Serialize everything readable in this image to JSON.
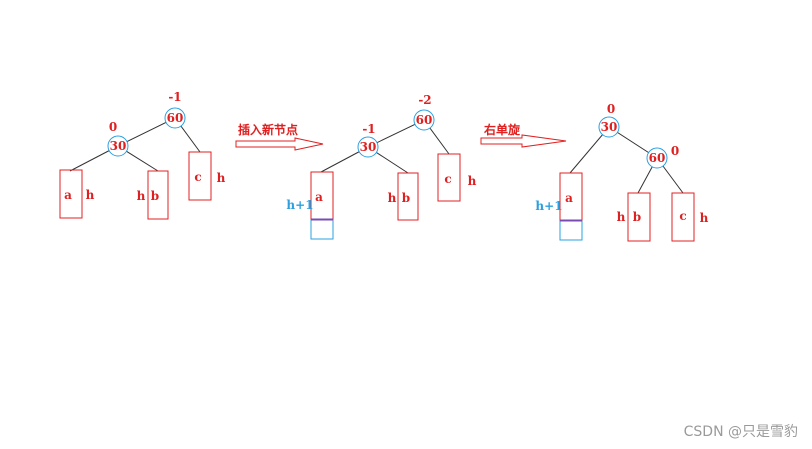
{
  "colors": {
    "red": "#e02020",
    "blue": "#2aa0e0",
    "line": "#333333",
    "purple": "#7a4bb0"
  },
  "diagram1": {
    "node_top": "60",
    "node_left": "30",
    "bf_top": "-1",
    "bf_left": "0",
    "box_a": "a",
    "box_b": "b",
    "box_c": "c",
    "h_a": "h",
    "h_b": "h",
    "h_c": "h"
  },
  "arrow1_label": "插入新节点",
  "diagram2": {
    "node_top": "60",
    "node_left": "30",
    "bf_top": "-2",
    "bf_left": "-1",
    "box_a": "a",
    "box_b": "b",
    "box_c": "c",
    "h_a": "h+1",
    "h_b": "h",
    "h_c": "h"
  },
  "arrow2_label": "右单旋",
  "diagram3": {
    "node_top": "30",
    "node_right": "60",
    "bf_top": "0",
    "bf_right": "0",
    "box_a": "a",
    "box_b": "b",
    "box_c": "c",
    "h_a": "h+1",
    "h_b": "h",
    "h_c": "h"
  },
  "watermark": "CSDN @只是雪豹"
}
